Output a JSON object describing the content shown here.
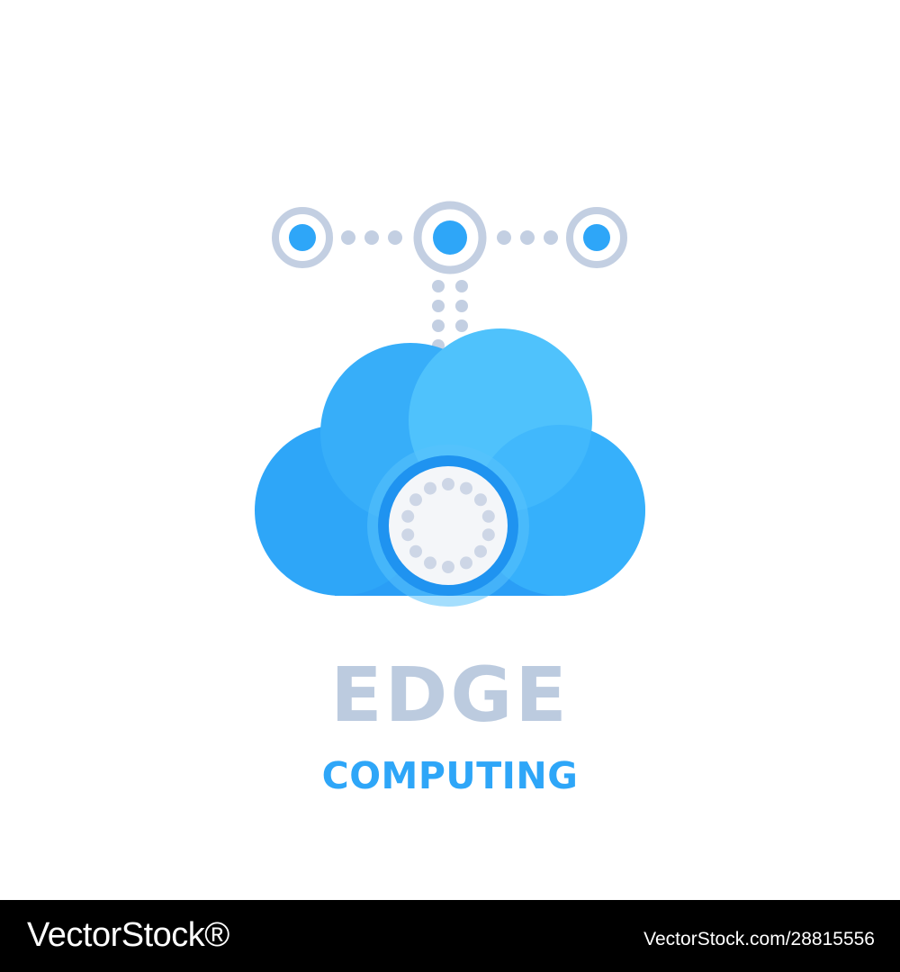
{
  "colors": {
    "background": "#ffffff",
    "node_ring": "#c3cfe2",
    "node_center": "#2ea6f8",
    "connector_dots": "#c3cfe2",
    "cloud_left": "#2ea6f8",
    "cloud_top_left": "#37aef9",
    "cloud_top_right": "#4fc2fc",
    "cloud_right": "#36b0fb",
    "cloud_bottom": "#2a9ef6",
    "dial_outer_ring": "#5ac2fb",
    "dial_ring": "#1f93f0",
    "dial_face": "#f4f6f9",
    "dial_dots": "#cdd6e6",
    "edge_text": "#bccbdf",
    "computing_text": "#2ea6f8",
    "footer_background": "#000000",
    "footer_text": "#ffffff"
  },
  "illustration": {
    "icons": [
      "network-nodes-icon",
      "cloud-icon",
      "dial-icon"
    ]
  },
  "title": {
    "line1": "EDGE",
    "line2": "COMPUTING"
  },
  "footer": {
    "logo": "VectorStock®",
    "image_id": "VectorStock.com/28815556"
  }
}
